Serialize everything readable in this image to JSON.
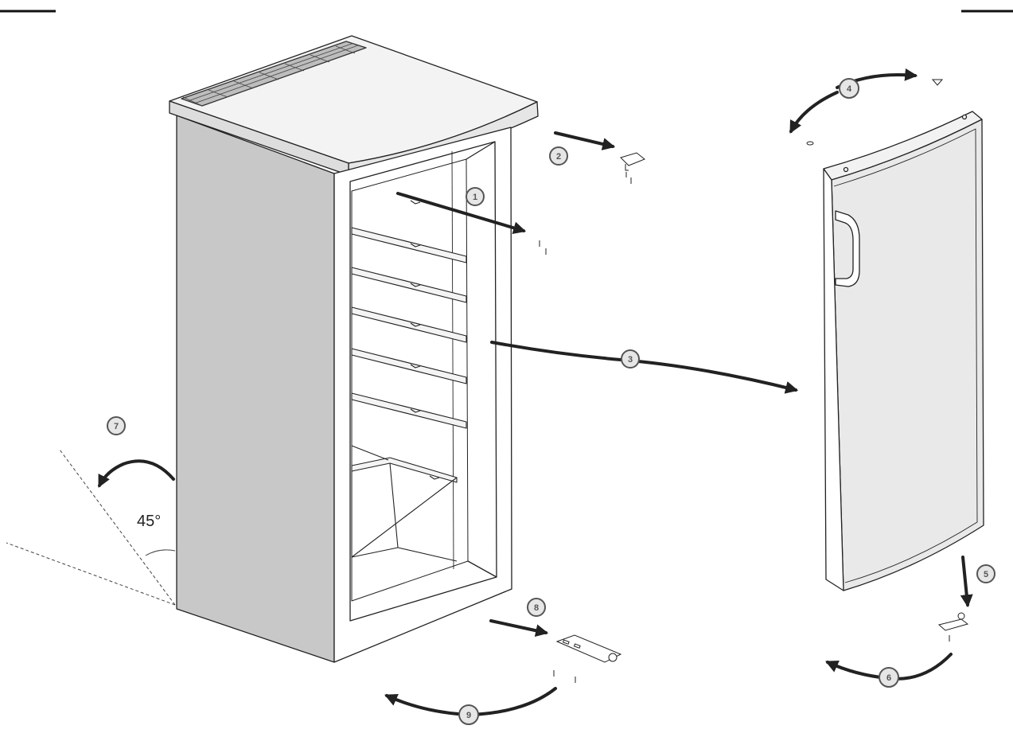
{
  "diagram": {
    "angle_label": "45°",
    "steps": [
      {
        "id": "step-1",
        "label": "1"
      },
      {
        "id": "step-2",
        "label": "2"
      },
      {
        "id": "step-3",
        "label": "3"
      },
      {
        "id": "step-4",
        "label": "4"
      },
      {
        "id": "step-5",
        "label": "5"
      },
      {
        "id": "step-6",
        "label": "6"
      },
      {
        "id": "step-7",
        "label": "7"
      },
      {
        "id": "step-8",
        "label": "8"
      },
      {
        "id": "step-9",
        "label": "9"
      }
    ],
    "colors": {
      "line": "#222222",
      "side_panel": "#c8c8c8",
      "door_face": "#e9e9e9",
      "badge_fill": "#e6e6e6"
    }
  }
}
